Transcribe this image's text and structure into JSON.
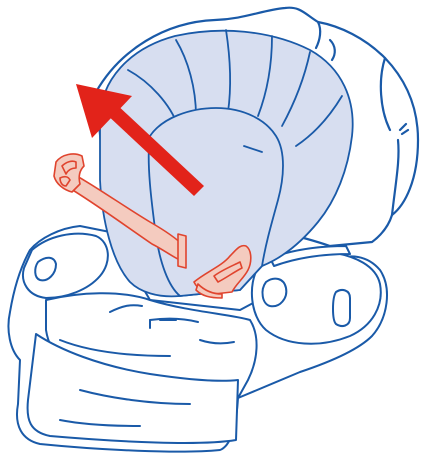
{
  "illustration": {
    "subject": "child-seat-harness-removal",
    "colors": {
      "outline": "#1a5aa8",
      "seat_fill": "#ffffff",
      "cushion_fill": "#d7def0",
      "strap_fill": "#f4cbbf",
      "strap_outline": "#e0442e",
      "arrow": "#e2231a"
    },
    "icons": [
      "seat-shell",
      "seat-cushion",
      "harness-strap",
      "buckle-tongue",
      "direction-arrow"
    ]
  }
}
